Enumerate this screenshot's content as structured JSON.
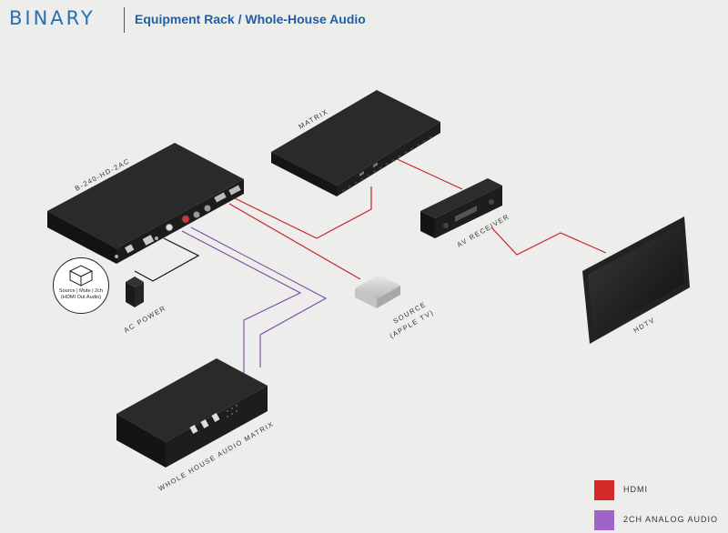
{
  "header": {
    "logo": "BINARY",
    "title": "Equipment Rack / Whole-House Audio"
  },
  "devices": {
    "matrix": "MATRIX",
    "b240": "B-240-HD-2AC",
    "av_receiver": "AV RECEIVER",
    "ac_power": "AC POWER",
    "source_line1": "SOURCE",
    "source_line2": "(APPLE TV)",
    "hdtv": "HDTV",
    "whole_house": "WHOLE HOUSE AUDIO MATRIX"
  },
  "callout": {
    "line1": "Source | Mute | 2ch",
    "line2": "(HDMI Out Audio)"
  },
  "legend": [
    {
      "label": "HDMI",
      "color": "#d42a2a"
    },
    {
      "label": "2CH ANALOG AUDIO",
      "color": "#a064c8"
    }
  ],
  "colors": {
    "hdmi_line": "#c8262a",
    "audio_line": "#7a4aa8",
    "device_body": "#1c1c1c",
    "logo": "#2b6fb0",
    "title": "#1f5fa8"
  }
}
